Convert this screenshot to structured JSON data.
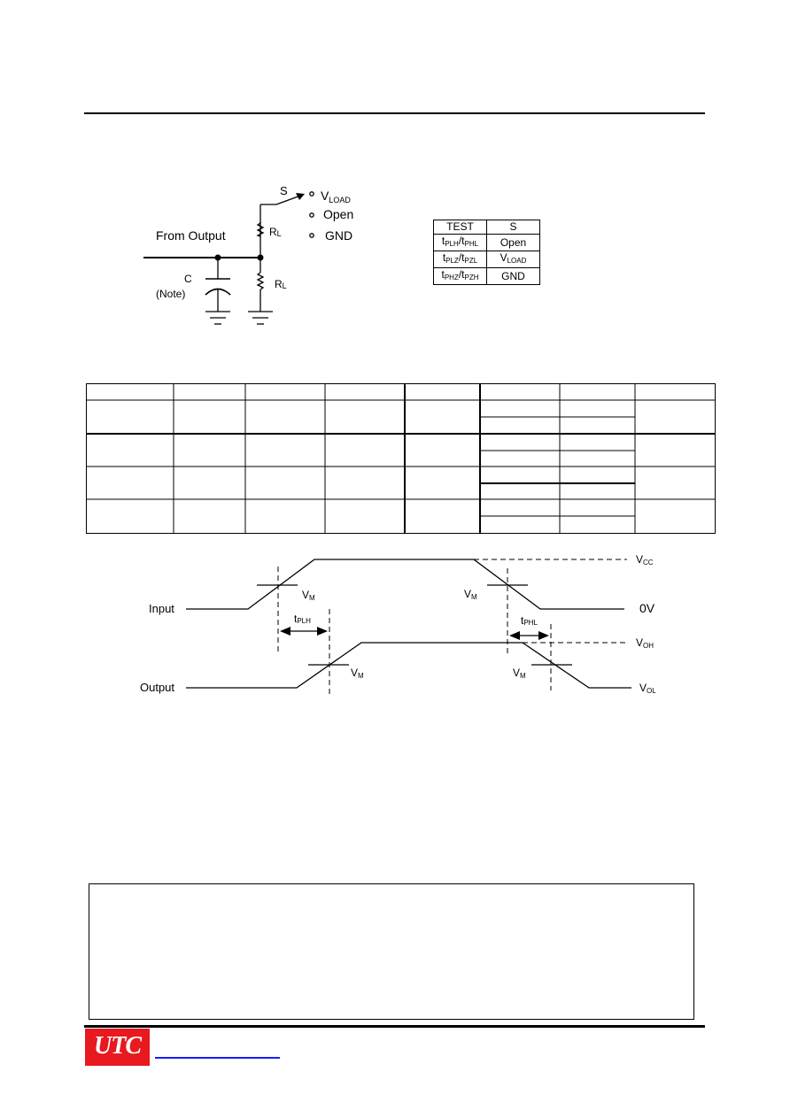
{
  "circuit": {
    "switch_label": "S",
    "v_load": "V",
    "v_load_sub": "LOAD",
    "open": "Open",
    "gnd": "GND",
    "from_output": "From Output",
    "rl_top": "R",
    "rl_top_sub": "L",
    "rl_bottom": "R",
    "rl_bottom_sub": "L",
    "cap": "C",
    "note": "(Note)"
  },
  "switch_table": {
    "headers": [
      "TEST",
      "S"
    ],
    "rows": [
      {
        "test_a": "t",
        "test_a_sub": "PLH",
        "sep": "/t",
        "test_b_sub": "PHL",
        "s": "Open",
        "s_sub": ""
      },
      {
        "test_a": "t",
        "test_a_sub": "PLZ",
        "sep": "/t",
        "test_b_sub": "PZL",
        "s": "V",
        "s_sub": "LOAD"
      },
      {
        "test_a": "t",
        "test_a_sub": "PHZ",
        "sep": "/t",
        "test_b_sub": "PZH",
        "s": "GND",
        "s_sub": ""
      }
    ]
  },
  "waveform": {
    "input": "Input",
    "output": "Output",
    "vcc": "V",
    "vcc_sub": "CC",
    "zero_v": "0V",
    "voh": "V",
    "voh_sub": "OH",
    "vol": "V",
    "vol_sub": "OL",
    "vm": "V",
    "vm_sub": "M",
    "tplh": "t",
    "tplh_sub": "PLH",
    "tphl": "t",
    "tphl_sub": "PHL"
  },
  "logo": "UTC"
}
